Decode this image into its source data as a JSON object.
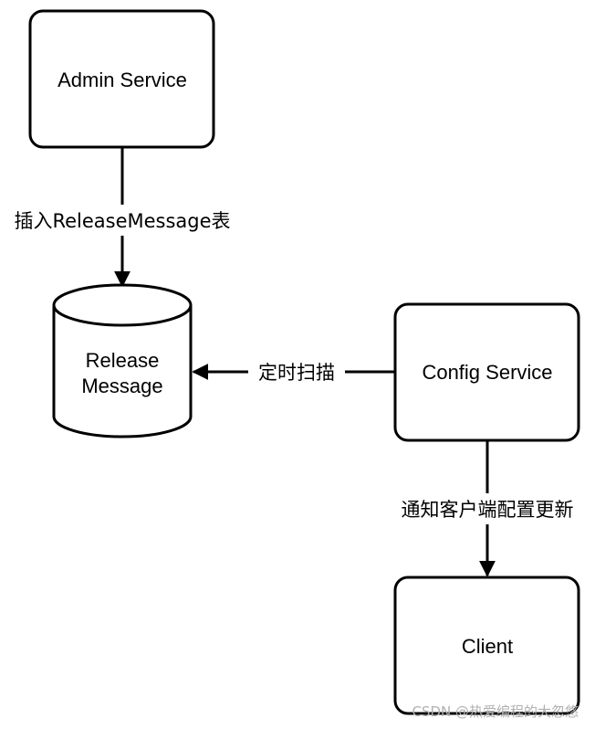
{
  "nodes": {
    "admin_service": {
      "label": "Admin Service"
    },
    "release_message": {
      "label_line1": "Release",
      "label_line2": "Message"
    },
    "config_service": {
      "label": "Config Service"
    },
    "client": {
      "label": "Client"
    }
  },
  "edges": {
    "admin_to_release": {
      "label": "插入ReleaseMessage表"
    },
    "config_to_release": {
      "label": "定时扫描"
    },
    "config_to_client": {
      "label": "通知客户端配置更新"
    }
  },
  "watermark": "CSDN @热爱编程的大忽悠"
}
